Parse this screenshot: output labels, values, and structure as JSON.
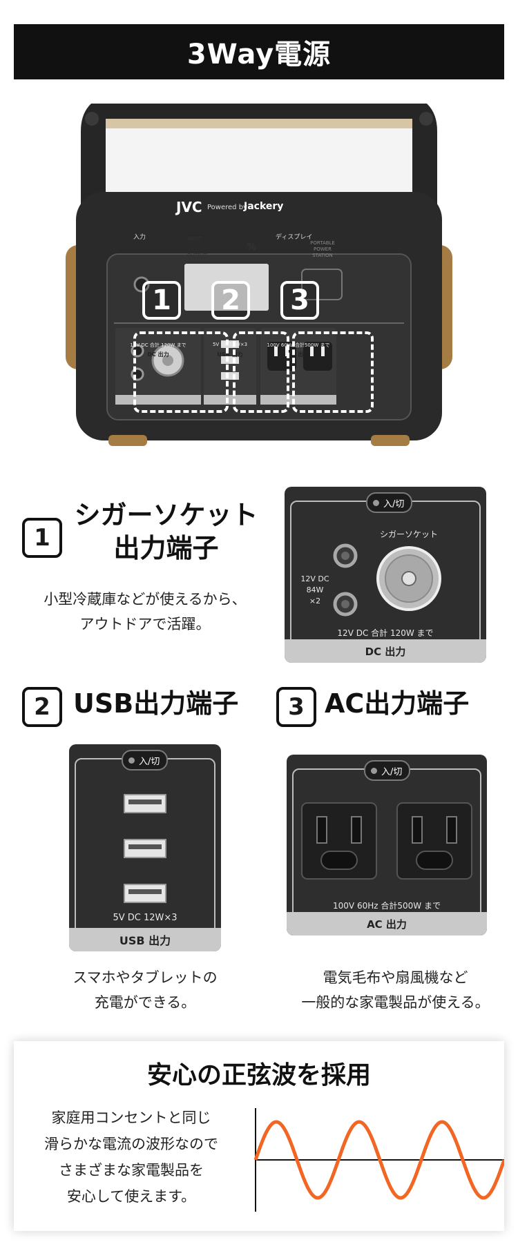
{
  "header": {
    "title": "3Way電源"
  },
  "product": {
    "brand": "JVC",
    "powered_by": "Powered by",
    "partner": "Jackery",
    "input_label": "入力",
    "display_label": "ディスプレイ",
    "screen_input": "INPUT",
    "screen_output": "OUTPUT",
    "screen_pct": "%",
    "station_line1": "PORTABLE",
    "station_line2": "POWER",
    "station_line3": "STATION",
    "badges": [
      "1",
      "2",
      "3"
    ],
    "dc_caption": "12V DC 合計 120W まで",
    "dc_foot": "DC 出力",
    "usb_caption": "5V DC 12W×3",
    "usb_foot": "USB 出力",
    "ac_caption": "100V 60Hz 合計500W まで",
    "ac_foot": "AC 出力"
  },
  "feature1": {
    "num": "1",
    "title_line1": "シガーソケット",
    "title_line2": "出力端子",
    "desc_line1": "小型冷蔵庫などが使えるから、",
    "desc_line2": "アウトドアで活躍。",
    "panel": {
      "toggle": "入/切",
      "socket_label": "シガーソケット",
      "port_line1": "12V DC 84W",
      "port_line2": "×2",
      "caption": "12V DC 合計 120W まで",
      "foot": "DC 出力"
    }
  },
  "feature2": {
    "num": "2",
    "title": "USB出力端子",
    "desc_line1": "スマホやタブレットの",
    "desc_line2": "充電ができる。",
    "panel": {
      "toggle": "入/切",
      "caption": "5V DC 12W×3",
      "foot": "USB 出力"
    }
  },
  "feature3": {
    "num": "3",
    "title": "AC出力端子",
    "desc_line1": "電気毛布や扇風機など",
    "desc_line2": "一般的な家電製品が使える。",
    "panel": {
      "toggle": "入/切",
      "caption": "100V 60Hz 合計500W まで",
      "foot": "AC 出力"
    }
  },
  "sine": {
    "title": "安心の正弦波を採用",
    "lines": [
      "家庭用コンセントと同じ",
      "滑らかな電流の波形なので",
      "さまざまな家電製品を",
      "安心して使えます。"
    ],
    "wave_color": "#f26522"
  }
}
